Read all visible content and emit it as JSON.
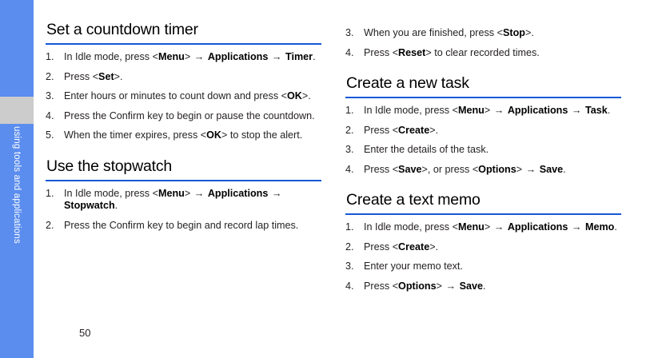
{
  "sidebar": {
    "label": "using tools and applications",
    "band_color": "#5b8def",
    "gap_color": "#cccccc"
  },
  "page": {
    "number": "50",
    "accent_color": "#1558d6"
  },
  "columns": [
    {
      "id": "left",
      "sections": [
        {
          "heading": "Set a countdown timer",
          "steps": [
            {
              "num": "1.",
              "html": "In Idle mode, press &lt;<b>Menu</b>&gt; <span class=\"arrow\">&#8594;</span> <b>Applications</b> <span class=\"arrow\">&#8594;</span> <b>Timer</b>."
            },
            {
              "num": "2.",
              "html": "Press &lt;<b>Set</b>&gt;."
            },
            {
              "num": "3.",
              "html": "Enter hours or minutes to count down and press &lt;<b>OK</b>&gt;."
            },
            {
              "num": "4.",
              "html": "Press the Confirm key to begin or pause the countdown."
            },
            {
              "num": "5.",
              "html": "When the timer expires, press &lt;<b>OK</b>&gt; to stop the alert."
            }
          ]
        },
        {
          "heading": "Use the stopwatch",
          "steps": [
            {
              "num": "1.",
              "html": "In Idle mode, press &lt;<b>Menu</b>&gt; <span class=\"arrow\">&#8594;</span> <b>Applications</b> <span class=\"arrow\">&#8594;</span> <b>Stopwatch</b>."
            },
            {
              "num": "2.",
              "html": "Press the Confirm key to begin and record lap times."
            }
          ]
        }
      ]
    },
    {
      "id": "right",
      "sections": [
        {
          "heading": "",
          "steps": [
            {
              "num": "3.",
              "html": "When you are finished, press &lt;<b>Stop</b>&gt;."
            },
            {
              "num": "4.",
              "html": "Press &lt;<b>Reset</b>&gt; to clear recorded times."
            }
          ]
        },
        {
          "heading": "Create a new task",
          "steps": [
            {
              "num": "1.",
              "html": "In Idle mode, press &lt;<b>Menu</b>&gt; <span class=\"arrow\">&#8594;</span> <b>Applications</b> <span class=\"arrow\">&#8594;</span> <b>Task</b>."
            },
            {
              "num": "2.",
              "html": "Press &lt;<b>Create</b>&gt;."
            },
            {
              "num": "3.",
              "html": "Enter the details of the task."
            },
            {
              "num": "4.",
              "html": "Press &lt;<b>Save</b>&gt;, or press &lt;<b>Options</b>&gt; <span class=\"arrow\">&#8594;</span> <b>Save</b>."
            }
          ]
        },
        {
          "heading": "Create a text memo",
          "steps": [
            {
              "num": "1.",
              "html": "In Idle mode, press &lt;<b>Menu</b>&gt; <span class=\"arrow\">&#8594;</span> <b>Applications</b> <span class=\"arrow\">&#8594;</span> <b>Memo</b>."
            },
            {
              "num": "2.",
              "html": "Press &lt;<b>Create</b>&gt;."
            },
            {
              "num": "3.",
              "html": "Enter your memo text."
            },
            {
              "num": "4.",
              "html": "Press &lt;<b>Options</b>&gt; <span class=\"arrow\">&#8594;</span> <b>Save</b>."
            }
          ]
        }
      ]
    }
  ]
}
